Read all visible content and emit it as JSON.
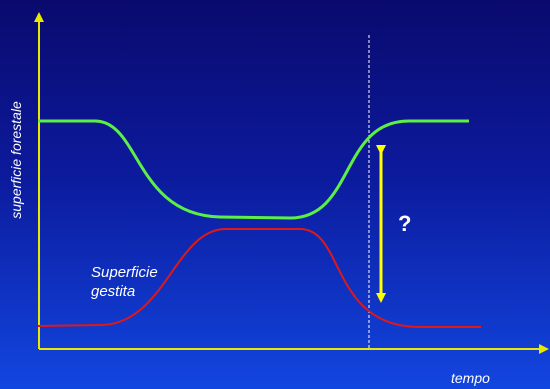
{
  "labels": {
    "y_axis": "superficie forestale",
    "x_axis": "tempo",
    "managed_line1": "Superficie",
    "managed_line2": "gestita",
    "question": "?"
  },
  "colors": {
    "axis": "#e8e800",
    "forest_curve": "#5cf046",
    "managed_curve": "#e01818",
    "arrow": "#ffff00",
    "marker_line": "#ffffff"
  },
  "chart_data": {
    "type": "line",
    "title": "",
    "xlabel": "tempo",
    "ylabel": "superficie forestale",
    "series": [
      {
        "name": "",
        "color": "#5cf046",
        "x": [
          0,
          2,
          3.5,
          5,
          6.5,
          7.8,
          8.8,
          10
        ],
        "y": [
          8,
          8,
          5.6,
          4.6,
          4.6,
          7.0,
          8,
          8
        ]
      },
      {
        "name": "Superficie gestita",
        "color": "#e01818",
        "x": [
          0,
          2,
          3.5,
          5,
          6.5,
          7.8,
          8.8,
          10
        ],
        "y": [
          1,
          1,
          4.0,
          4.6,
          4.6,
          1.6,
          1,
          1
        ]
      }
    ]
  }
}
